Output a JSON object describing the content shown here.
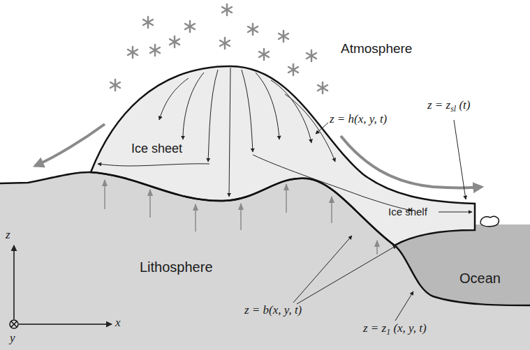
{
  "diagram": {
    "labels": [
      "Atmosphere",
      "z = h(x, y, t)",
      "Ice sheet",
      "z = z",
      "sl",
      "(t)",
      "Ice shelf",
      "Lithosphere",
      "Ocean",
      "z = b(x, y, t)",
      "z = z",
      "1",
      "(x, y, t)",
      "z",
      "x",
      "y"
    ]
  }
}
